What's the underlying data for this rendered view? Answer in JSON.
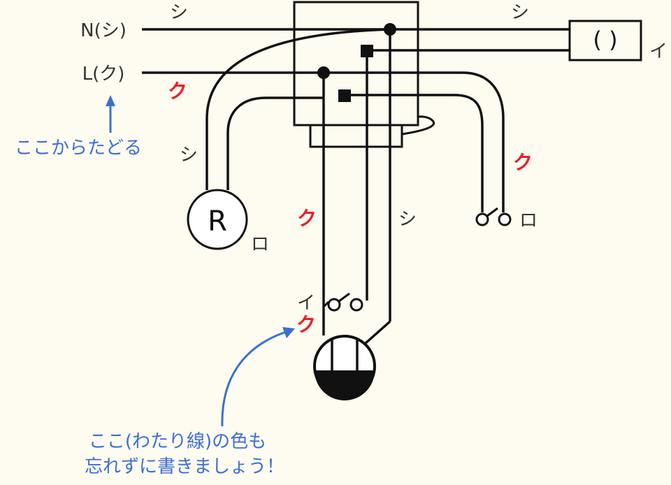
{
  "terminals": {
    "n_label": "N(シ)",
    "l_label": "L(ク)"
  },
  "wire_colors": {
    "n_top_left": "シ",
    "n_top_right": "シ",
    "l_left": "ク",
    "outlet_branch": "シ",
    "switch_ro_feed": "ク",
    "switch_i_feed": "ク",
    "lamp_feed": "シ",
    "jumper": "ク"
  },
  "device_labels": {
    "receptacle_box": "( )",
    "receptacle_marker": "イ",
    "receptacle_symbol": "R",
    "receptacle_r_marker": "ロ",
    "switch_ro_marker": "ロ",
    "switch_i_marker": "イ"
  },
  "annotations": {
    "start_here": "ここからたどる",
    "jumper_note_line1": "ここ(わたり線)の色も",
    "jumper_note_line2": "忘れずに書きましょう！"
  },
  "colors": {
    "background": "#fefbf0",
    "wire": "#111111",
    "red_label": "#e8202a",
    "annotation_blue": "#3b6fd4"
  }
}
